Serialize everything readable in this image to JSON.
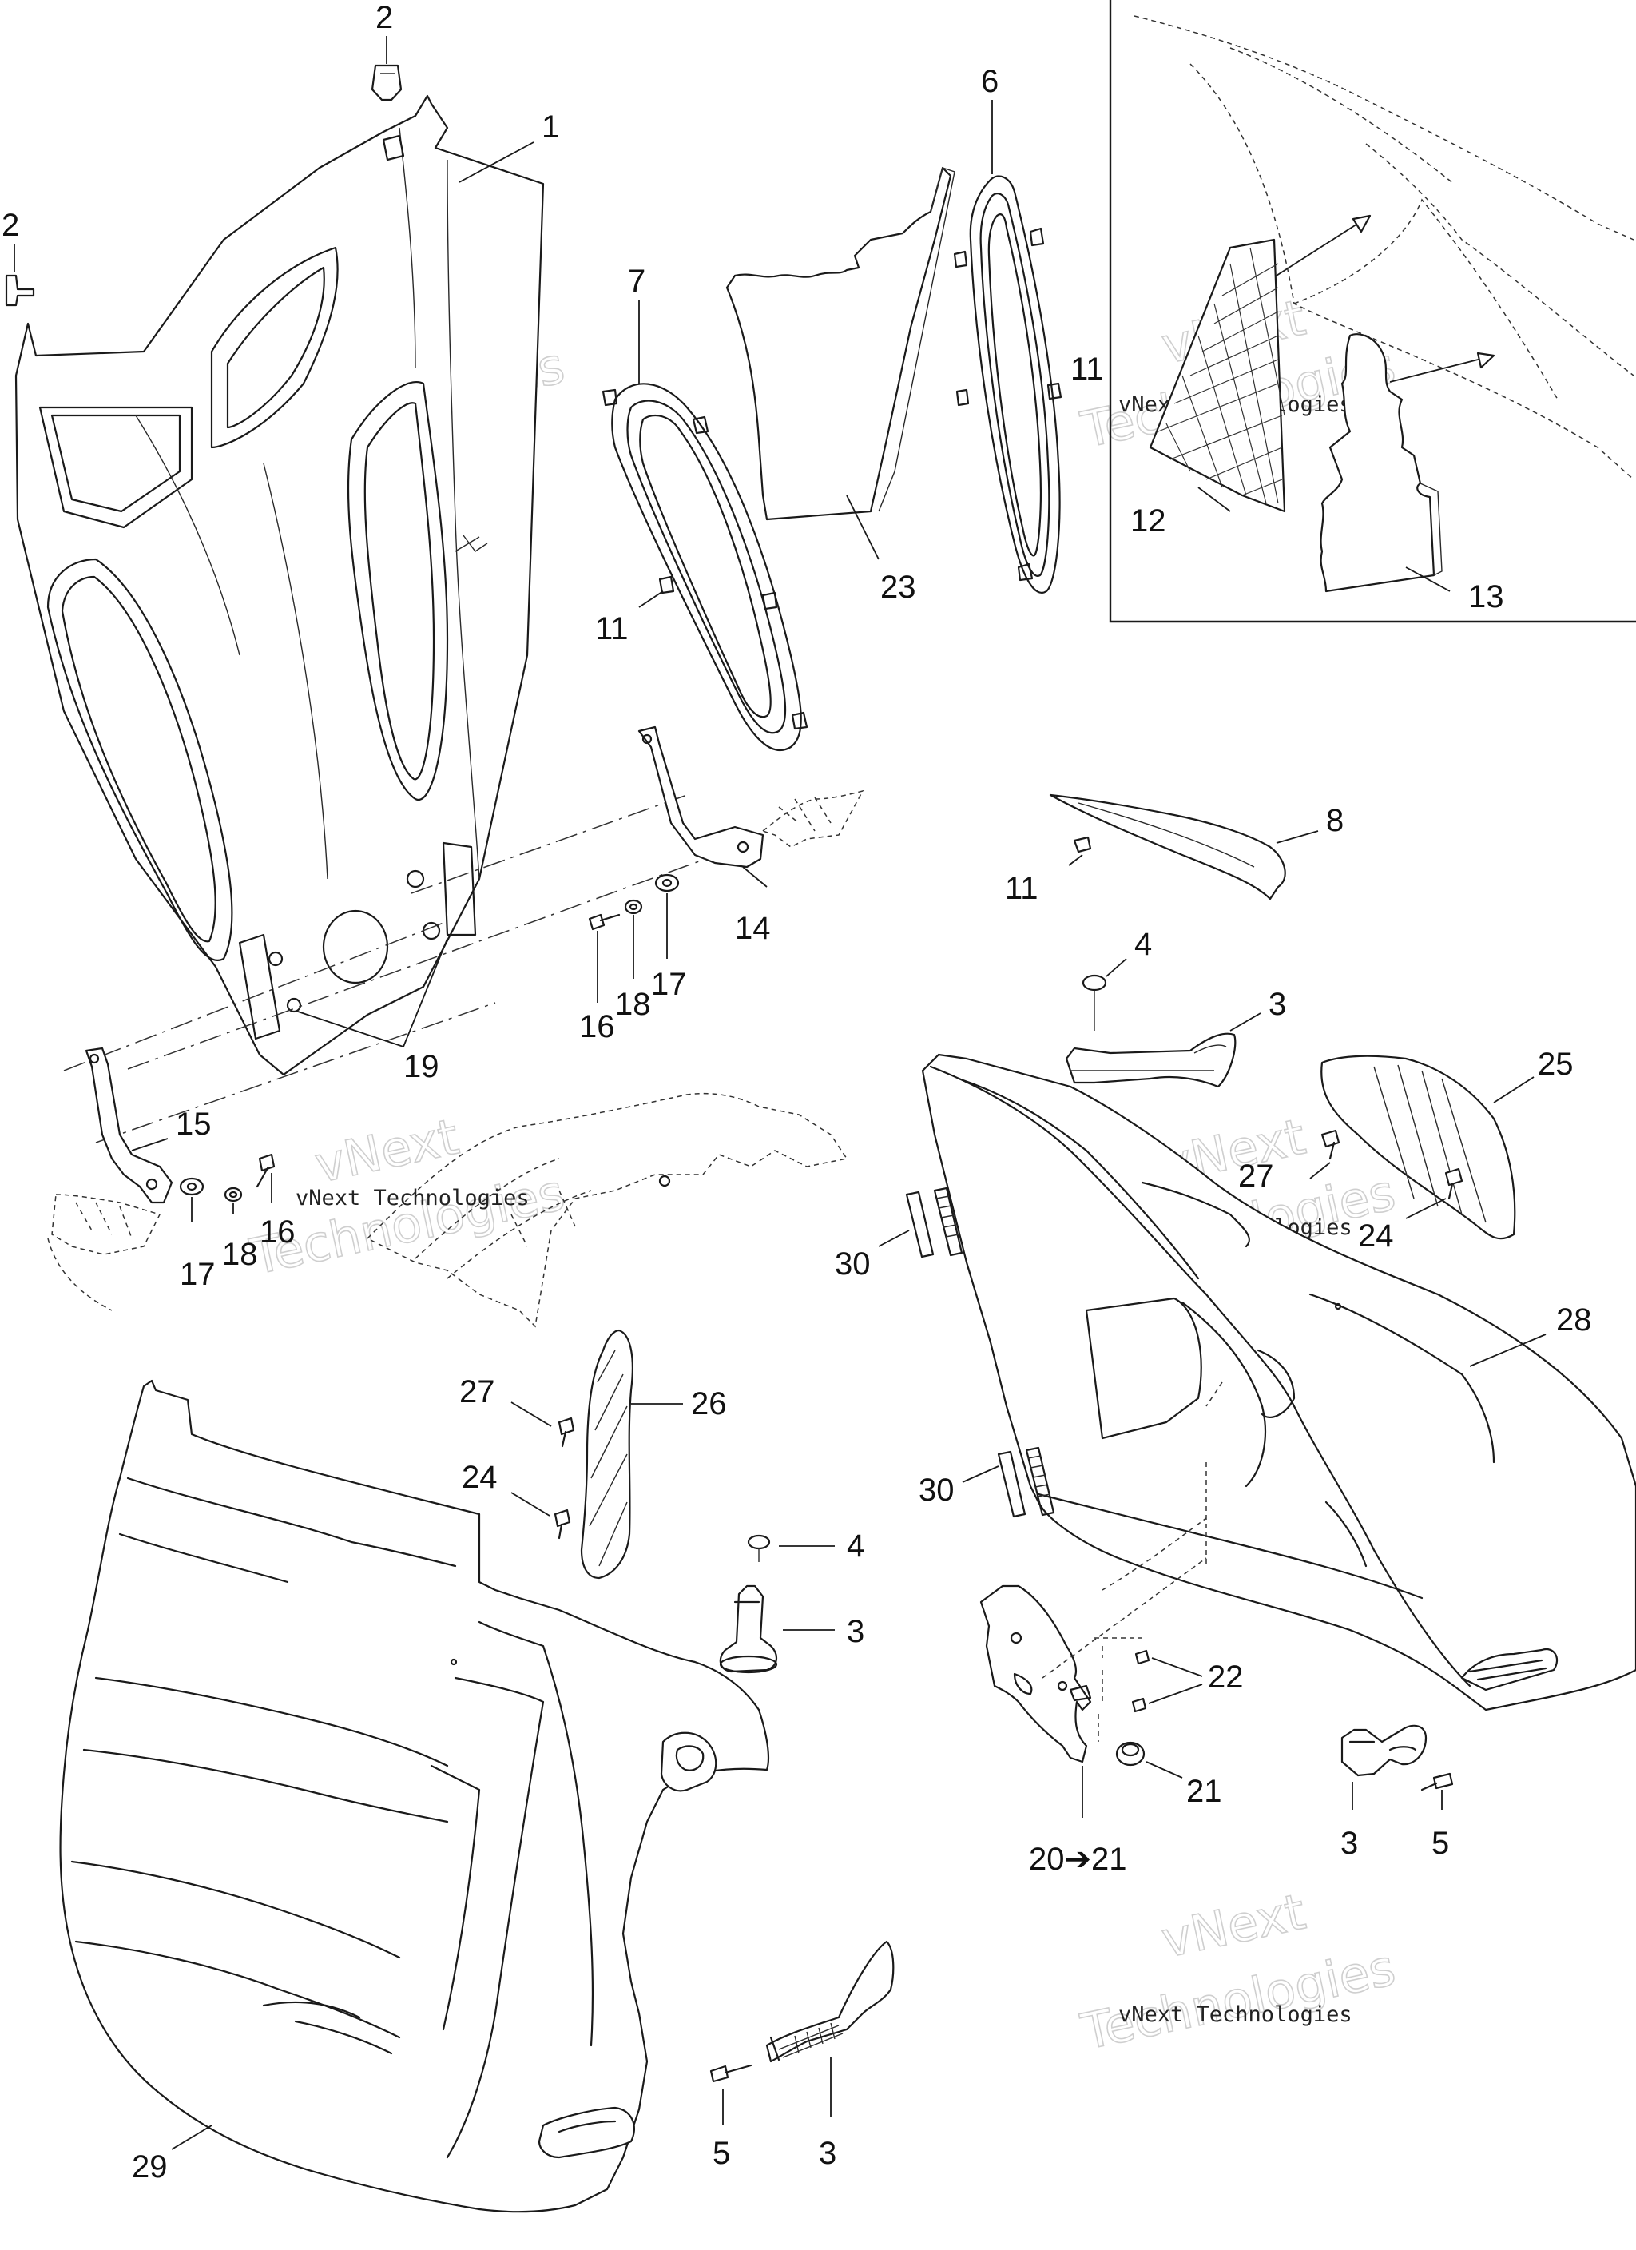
{
  "diagram": {
    "callouts": {
      "c1": "1",
      "c2a": "2",
      "c2b": "2",
      "c3a": "3",
      "c3b": "3",
      "c3c": "3",
      "c3d": "3",
      "c4a": "4",
      "c4b": "4",
      "c5a": "5",
      "c5b": "5",
      "c6": "6",
      "c7": "7",
      "c8": "8",
      "c11a": "11",
      "c11b": "11",
      "c11c": "11",
      "c12": "12",
      "c13": "13",
      "c14": "14",
      "c15": "15",
      "c16a": "16",
      "c16b": "16",
      "c17a": "17",
      "c17b": "17",
      "c18a": "18",
      "c18b": "18",
      "c19": "19",
      "c20": "20➔21",
      "c21": "21",
      "c22": "22",
      "c23": "23",
      "c24a": "24",
      "c24b": "24",
      "c25": "25",
      "c26": "26",
      "c27a": "27",
      "c27b": "27",
      "c28": "28",
      "c29": "29",
      "c30a": "30",
      "c30b": "30"
    },
    "watermark": {
      "line1": "vNext Technologies",
      "line2a": "vNext",
      "line2b": "Technologies"
    }
  }
}
